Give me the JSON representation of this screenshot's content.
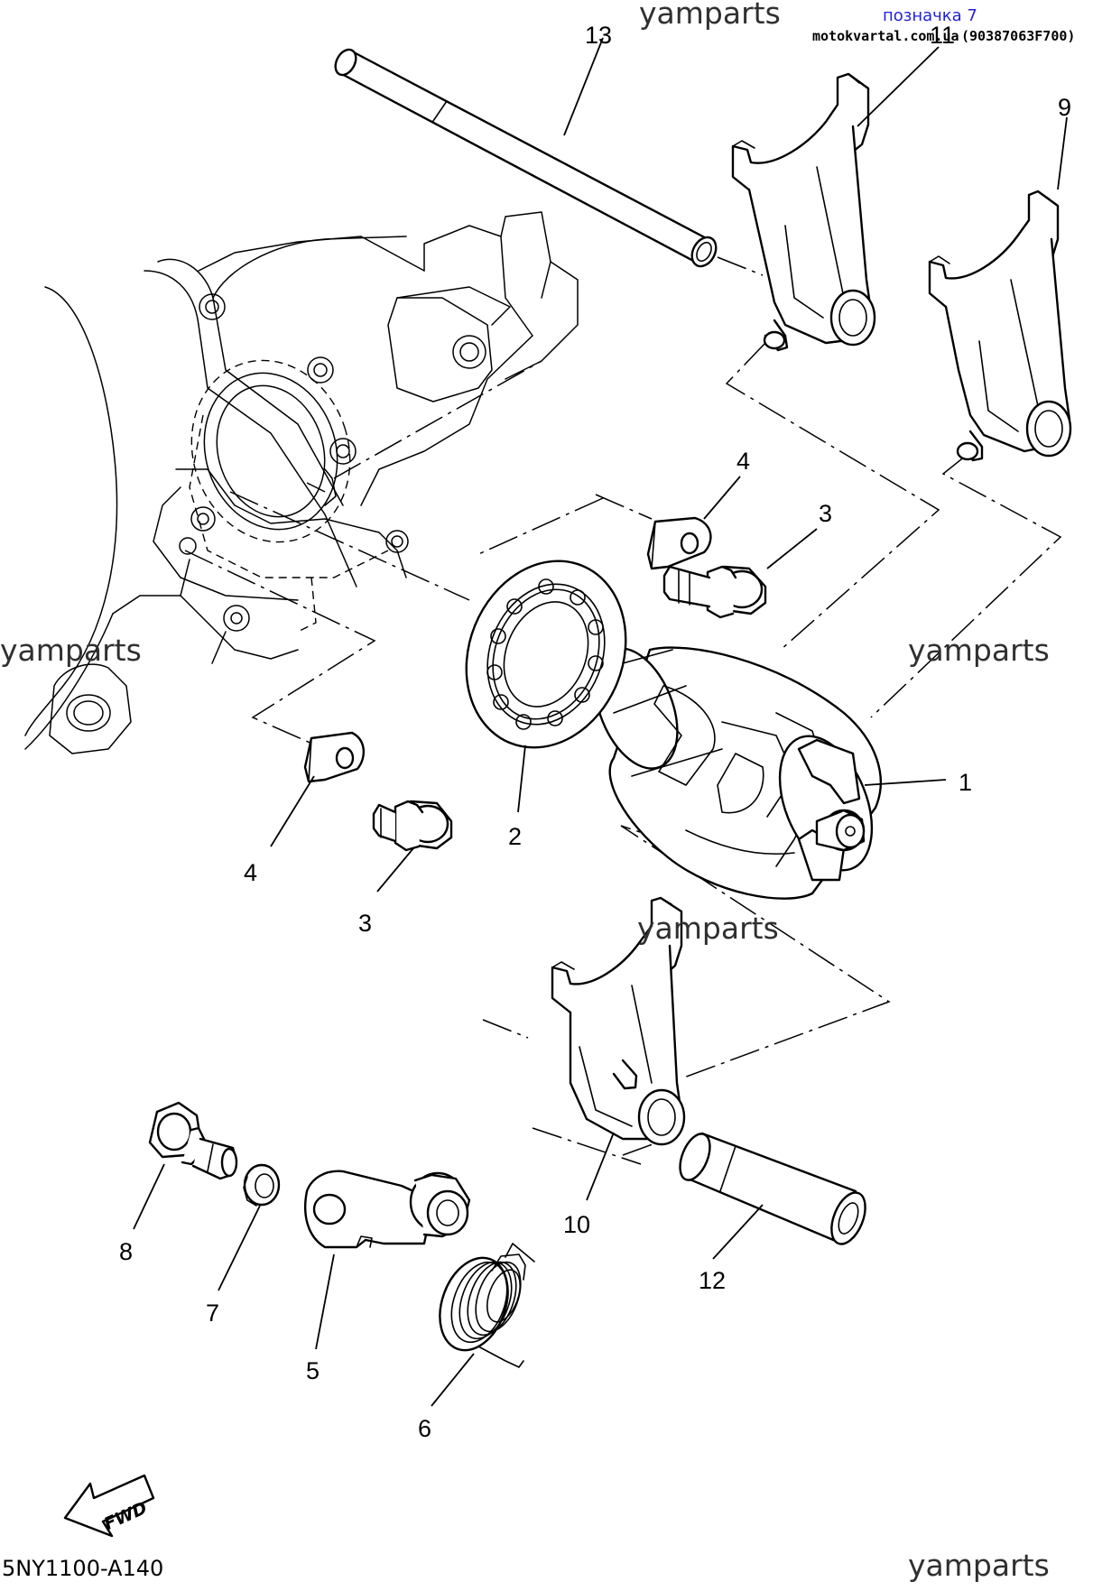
{
  "watermarks": [
    "yamparts",
    "yamparts",
    "yamparts",
    "yamparts",
    "yamparts"
  ],
  "header": {
    "marker": "позначка 7",
    "site": "motokvartal.com.ua",
    "part_code": "(90387063F700)"
  },
  "diagram_code": "5NY1100-A140",
  "fwd_label": "FWD",
  "callouts": [
    "1",
    "2",
    "3",
    "3",
    "4",
    "4",
    "5",
    "6",
    "7",
    "8",
    "9",
    "10",
    "11",
    "12",
    "13"
  ],
  "part_icons": [
    "shift-drum",
    "bearing",
    "bolt",
    "stopper-plate",
    "stopper-lever",
    "torsion-spring",
    "collar",
    "shift-fork",
    "shift-fork-guide-bar",
    "crankcase"
  ]
}
